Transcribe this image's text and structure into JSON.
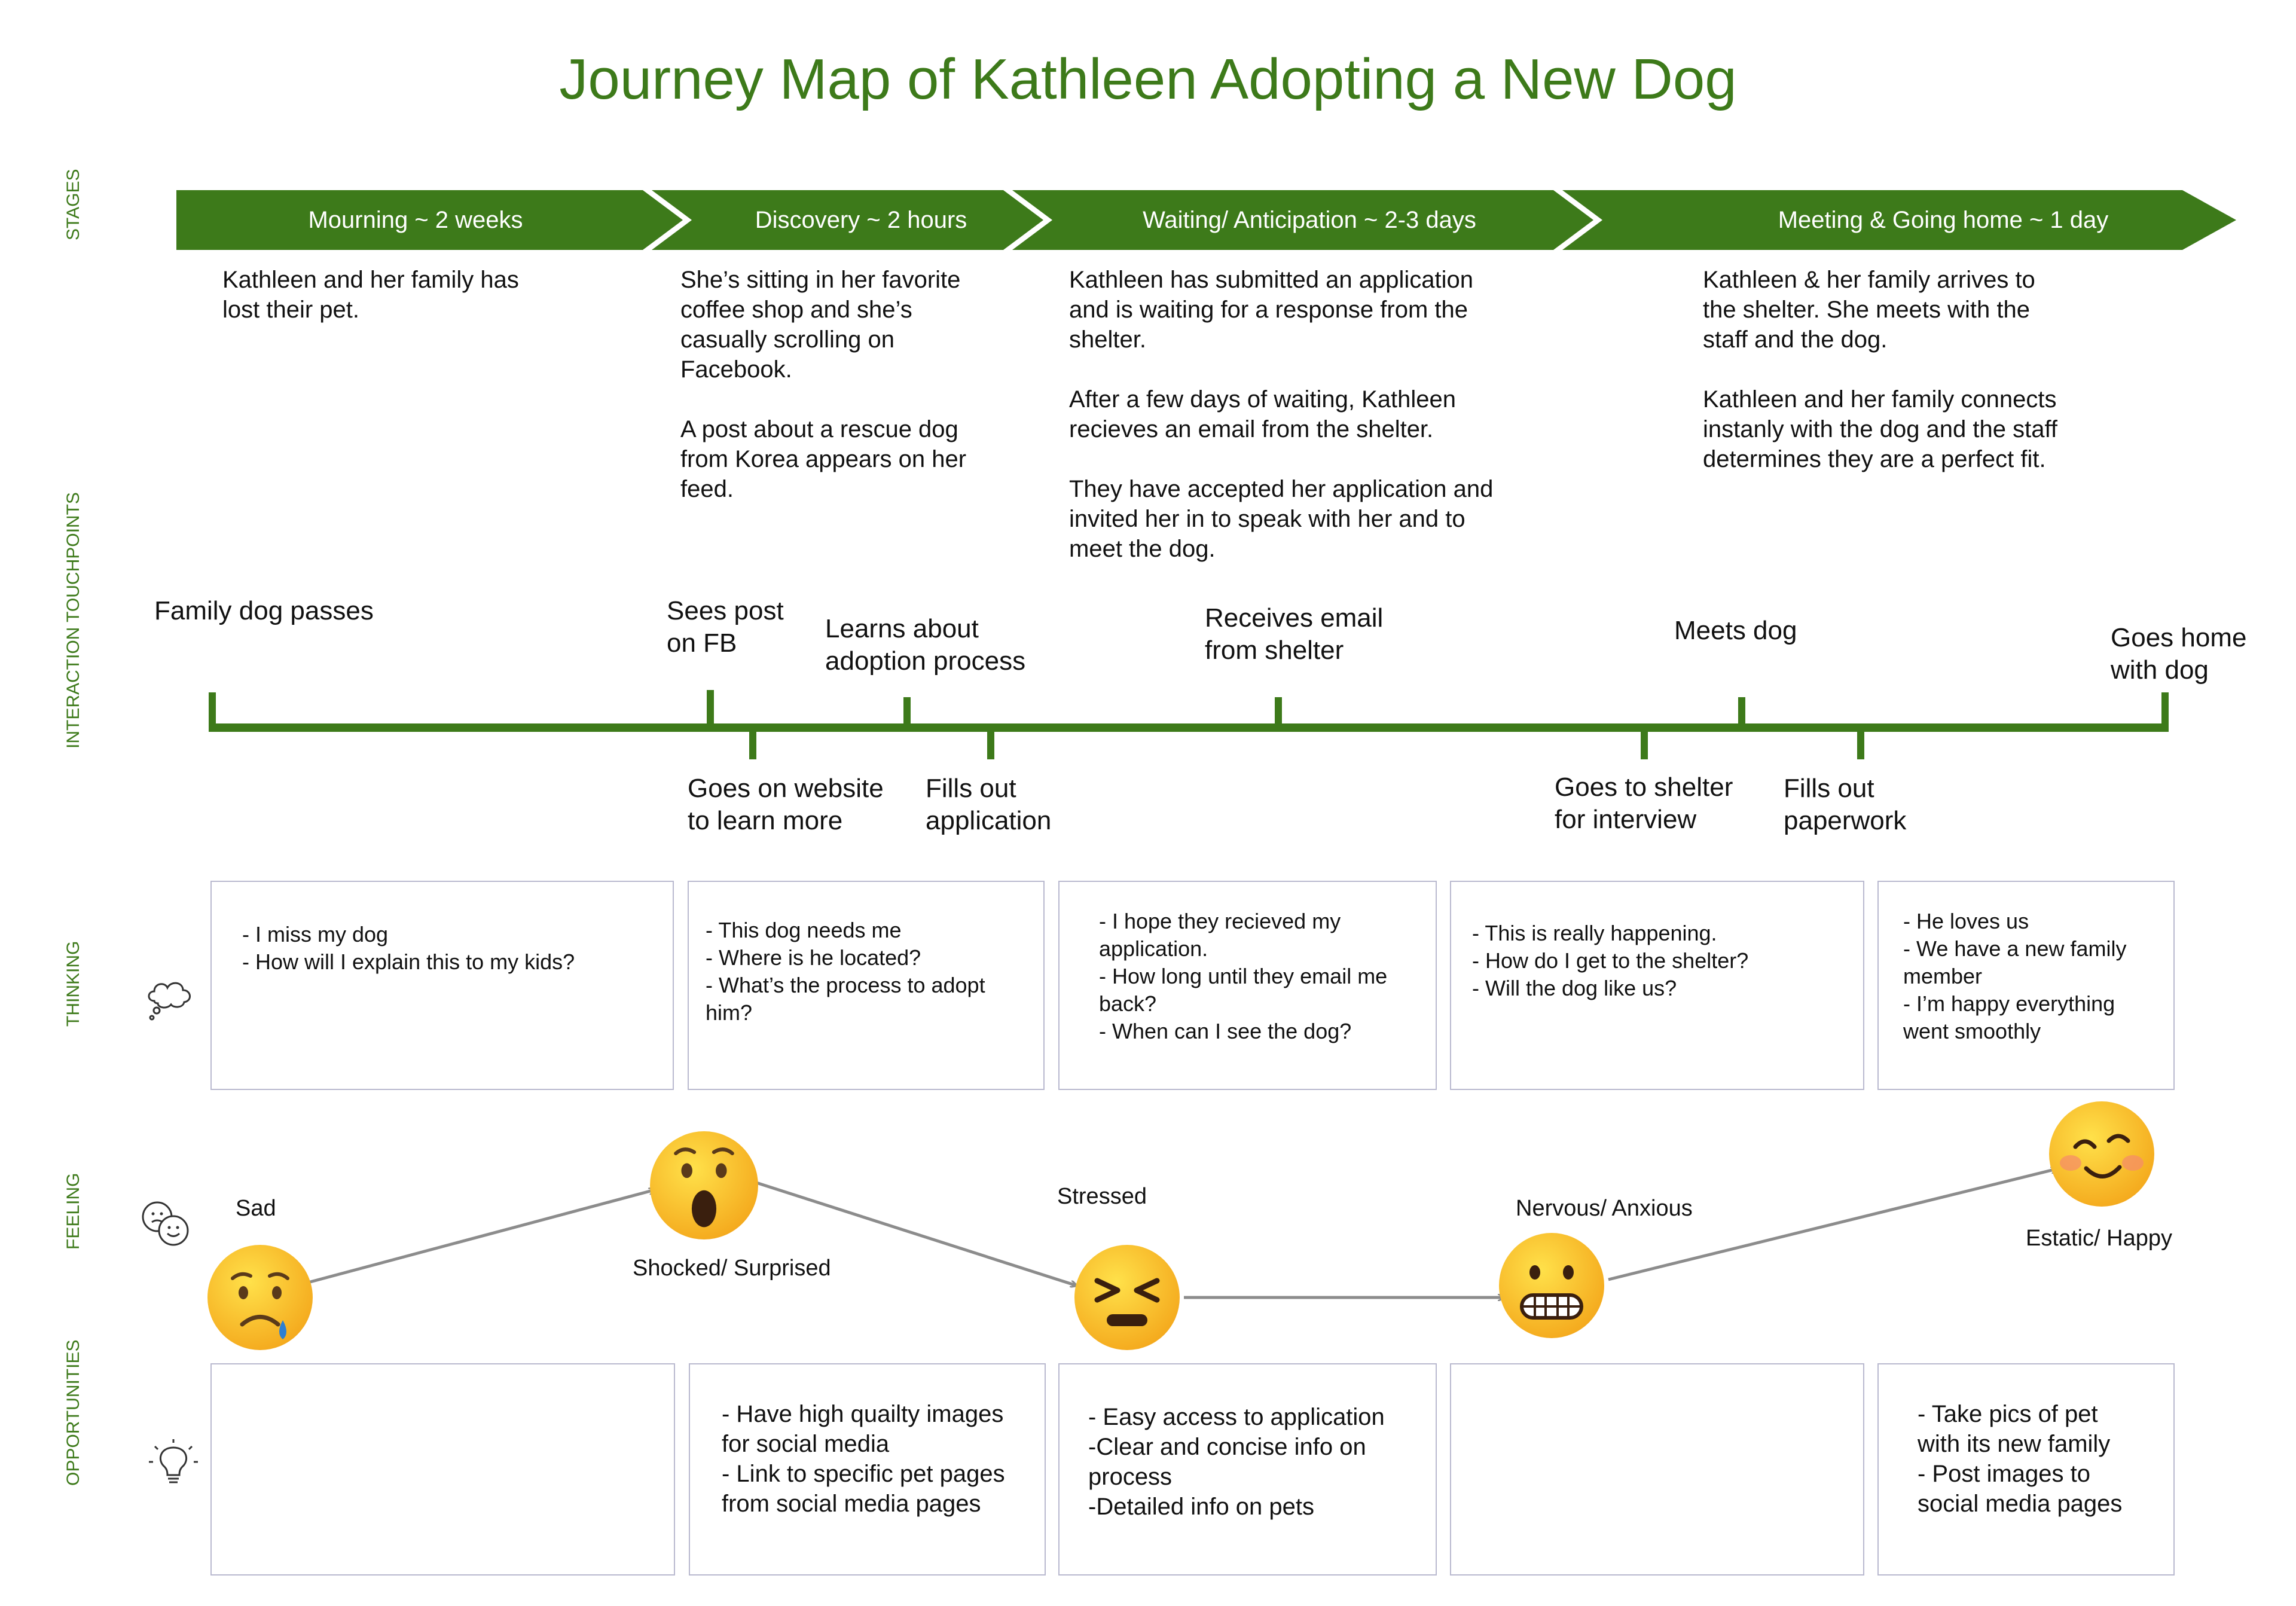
{
  "title": "Journey Map of Kathleen Adopting a New Dog",
  "colors": {
    "accent": "#3d7a1a",
    "box_border": "#b9b9cf",
    "arrow": "#8c8c8c"
  },
  "row_labels": {
    "stages": "STAGES",
    "touchpoints": "INTERACTION TOUCHPOINTS",
    "thinking": "THINKING",
    "feeling": "FEELING",
    "opportunities": "OPPORTUNITIES"
  },
  "row_icons": {
    "thinking": "thought-cloud-icon",
    "feeling": "faces-icon",
    "opportunities": "lightbulb-icon"
  },
  "stages": [
    {
      "label": "Mourning ~ 2 weeks",
      "description": "Kathleen and her family has\nlost their pet."
    },
    {
      "label": "Discovery ~ 2 hours",
      "description": "She’s sitting in her favorite\ncoffee shop and she’s\ncasually scrolling on\nFacebook.\n\nA post about a rescue dog\nfrom Korea appears on her\nfeed."
    },
    {
      "label": "Waiting/ Anticipation ~ 2-3 days",
      "description": "Kathleen has submitted an application\nand is waiting for a response from the\nshelter.\n\nAfter a few days of waiting, Kathleen\nrecieves an email from the shelter.\n\nThey have accepted her application and\ninvited her in to speak with her and to\nmeet the dog."
    },
    {
      "label": "Meeting & Going home ~ 1 day",
      "description": "Kathleen & her family arrives to\nthe shelter. She meets with the\nstaff and the dog.\n\nKathleen and her family connects\ninstanly with the dog and the staff\ndetermines they are a perfect fit."
    }
  ],
  "touchpoints_above": [
    "Family dog passes",
    "Sees post\non FB",
    "Learns about\nadoption process",
    "Receives email\nfrom shelter",
    "Meets dog",
    "Goes home\nwith dog"
  ],
  "touchpoints_below": [
    "Goes on website\nto learn more",
    "Fills out\napplication",
    "Goes to shelter\nfor interview",
    "Fills out\npaperwork"
  ],
  "thinking": [
    "- I miss my dog\n- How will I explain this to my kids?",
    "- This dog needs me\n- Where is he located?\n- What’s the process to adopt\nhim?",
    "- I hope they recieved my\napplication.\n- How long until they email me\nback?\n- When can I see the dog?",
    "- This is really happening.\n- How do I get to the shelter?\n- Will the dog like us?",
    "- He loves us\n- We have a new family\nmember\n- I’m happy everything\nwent smoothly"
  ],
  "feelings": [
    {
      "label": "Sad",
      "emoji": "crying-face-icon"
    },
    {
      "label": "Shocked/ Surprised",
      "emoji": "shocked-face-icon"
    },
    {
      "label": "Stressed",
      "emoji": "stressed-face-icon"
    },
    {
      "label": "Nervous/ Anxious",
      "emoji": "grimacing-face-icon"
    },
    {
      "label": "Estatic/ Happy",
      "emoji": "happy-face-icon"
    }
  ],
  "opportunities": [
    "",
    "- Have high quailty images\nfor social media\n- Link to specific pet pages\nfrom social media pages",
    "- Easy access to application\n-Clear and concise info on\nprocess\n-Detailed info on pets",
    "",
    "- Take pics of pet\nwith its new family\n- Post images to\nsocial media pages"
  ]
}
